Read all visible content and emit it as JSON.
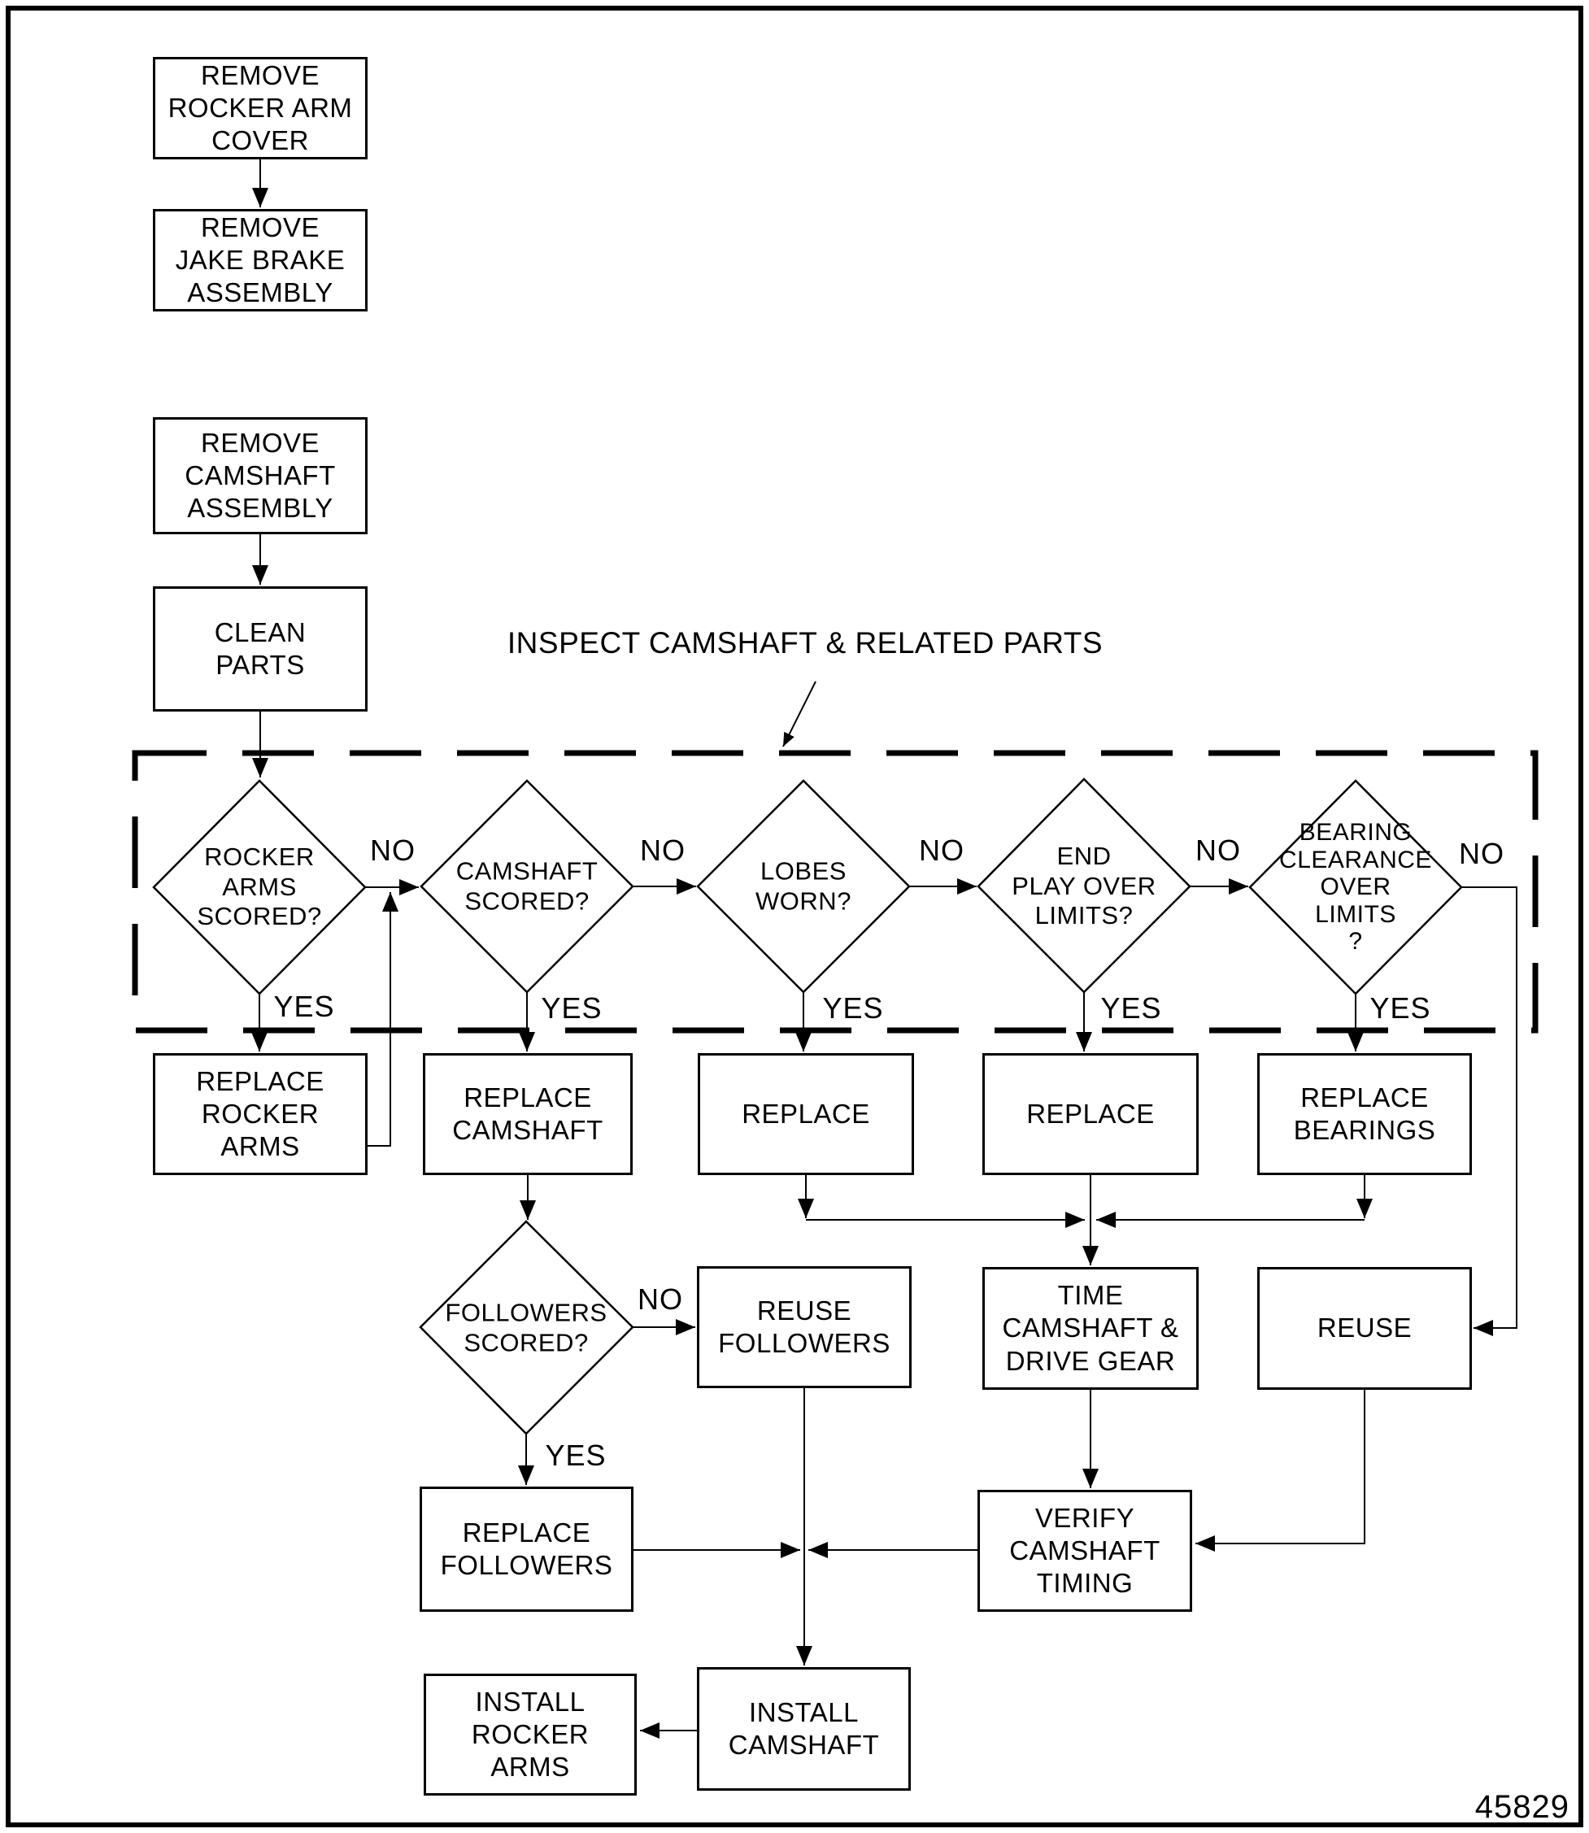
{
  "page": {
    "part_number": "45829"
  },
  "colors": {
    "ink": "#000000",
    "paper": "#ffffff"
  },
  "flow": {
    "inspect_section_label": "INSPECT CAMSHAFT & RELATED PARTS",
    "labels": {
      "no": "NO",
      "yes": "YES"
    },
    "process": {
      "remove_rocker_arm_cover": "REMOVE\nROCKER ARM\nCOVER",
      "remove_jake_brake_assembly": "REMOVE\nJAKE BRAKE\nASSEMBLY",
      "remove_camshaft_assembly": "REMOVE\nCAMSHAFT\nASSEMBLY",
      "clean_parts": "CLEAN\nPARTS",
      "replace_rocker_arms": "REPLACE\nROCKER\nARMS",
      "replace_camshaft": "REPLACE\nCAMSHAFT",
      "replace_lobes": "REPLACE",
      "replace_end_play": "REPLACE",
      "replace_bearings": "REPLACE\nBEARINGS",
      "reuse_followers": "REUSE\nFOLLOWERS",
      "time_camshaft_drive_gear": "TIME\nCAMSHAFT &\nDRIVE GEAR",
      "reuse": "REUSE",
      "replace_followers": "REPLACE\nFOLLOWERS",
      "verify_camshaft_timing": "VERIFY\nCAMSHAFT\nTIMING",
      "install_camshaft": "INSTALL\nCAMSHAFT",
      "install_rocker_arms": "INSTALL\nROCKER\nARMS"
    },
    "decisions": {
      "rocker_arms_scored": "ROCKER\nARMS\nSCORED?",
      "camshaft_scored": "CAMSHAFT\nSCORED?",
      "lobes_worn": "LOBES\nWORN?",
      "end_play_over_limits": "END\nPLAY OVER\nLIMITS?",
      "bearing_clearance_over_limits": "BEARING\nCLEARANCE\nOVER\nLIMITS\n?",
      "followers_scored": "FOLLOWERS\nSCORED?"
    }
  }
}
